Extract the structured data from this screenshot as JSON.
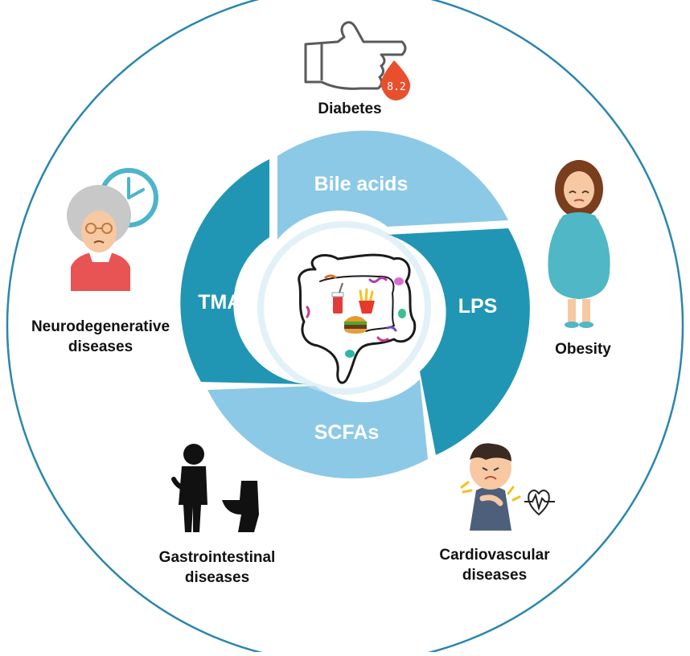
{
  "segments": {
    "bile_acids": "Bile acids",
    "lps": "LPS",
    "scfas": "SCFAs",
    "tmao": "TMAO"
  },
  "diseases": {
    "diabetes": "Diabetes",
    "obesity": "Obesity",
    "neuro_line1": "Neurodegenerative",
    "neuro_line2": "diseases",
    "gi_line1": "Gastrointestinal",
    "gi_line2": "diseases",
    "cardio_line1": "Cardiovascular",
    "cardio_line2": "diseases"
  },
  "glucose_reading": "8.2",
  "colors": {
    "ring_dark": "#2196b4",
    "ring_light": "#8cc9e6",
    "outline": "#2a86ad",
    "glucose_drop": "#e8502d"
  }
}
